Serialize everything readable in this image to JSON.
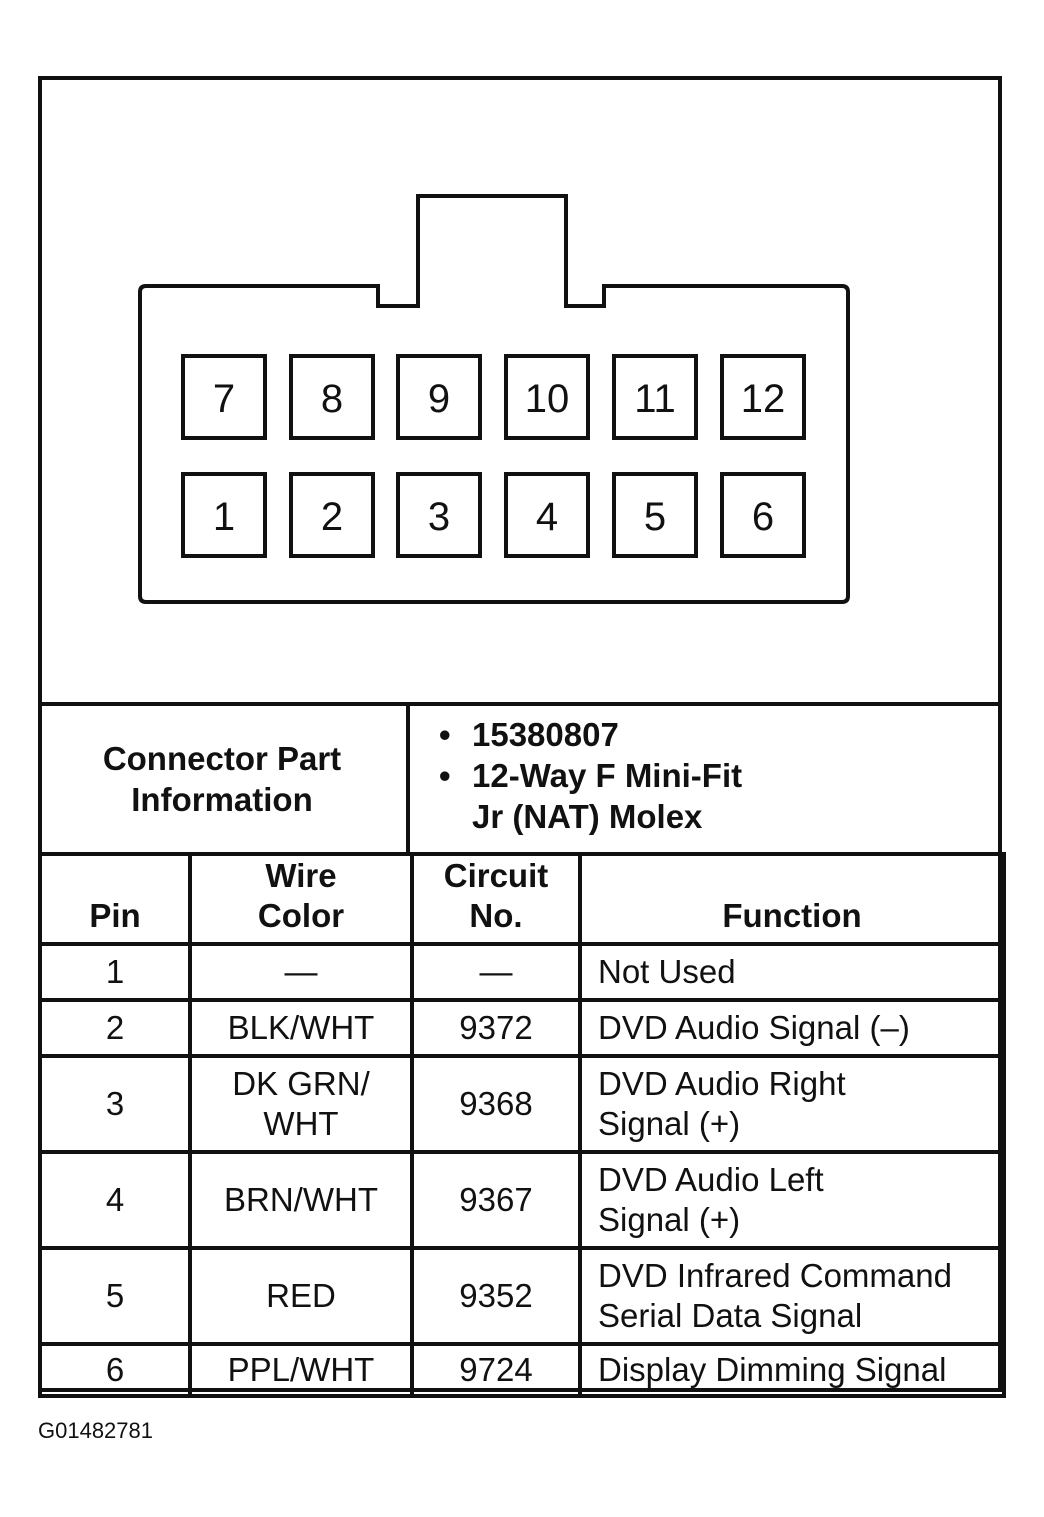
{
  "connector": {
    "top_row_pins": [
      "7",
      "8",
      "9",
      "10",
      "11",
      "12"
    ],
    "bottom_row_pins": [
      "1",
      "2",
      "3",
      "4",
      "5",
      "6"
    ]
  },
  "part_info": {
    "label_line1": "Connector Part",
    "label_line2": "Information",
    "bullet_symbol": "•",
    "part_number": "15380807",
    "description_line1": "12-Way F Mini-Fit",
    "description_line2": "Jr (NAT) Molex"
  },
  "table": {
    "headers": {
      "pin": "Pin",
      "wire_color_line1": "Wire",
      "wire_color_line2": "Color",
      "circuit_line1": "Circuit",
      "circuit_line2": "No.",
      "function": "Function"
    },
    "rows": [
      {
        "pin": "1",
        "wire_color": "—",
        "circuit": "—",
        "function_line1": "Not Used",
        "function_line2": ""
      },
      {
        "pin": "2",
        "wire_color": "BLK/WHT",
        "circuit": "9372",
        "function_line1": "DVD Audio Signal (–)",
        "function_line2": ""
      },
      {
        "pin": "3",
        "wire_color_line1": "DK GRN/",
        "wire_color_line2": "WHT",
        "circuit": "9368",
        "function_line1": "DVD Audio Right",
        "function_line2": "Signal (+)"
      },
      {
        "pin": "4",
        "wire_color": "BRN/WHT",
        "circuit": "9367",
        "function_line1": "DVD Audio Left",
        "function_line2": "Signal (+)"
      },
      {
        "pin": "5",
        "wire_color": "RED",
        "circuit": "9352",
        "function_line1": "DVD Infrared Command",
        "function_line2": "Serial Data Signal"
      },
      {
        "pin": "6",
        "wire_color": "PPL/WHT",
        "circuit": "9724",
        "function_line1": "Display Dimming Signal",
        "function_line2": ""
      }
    ]
  },
  "figure_id": "G01482781"
}
